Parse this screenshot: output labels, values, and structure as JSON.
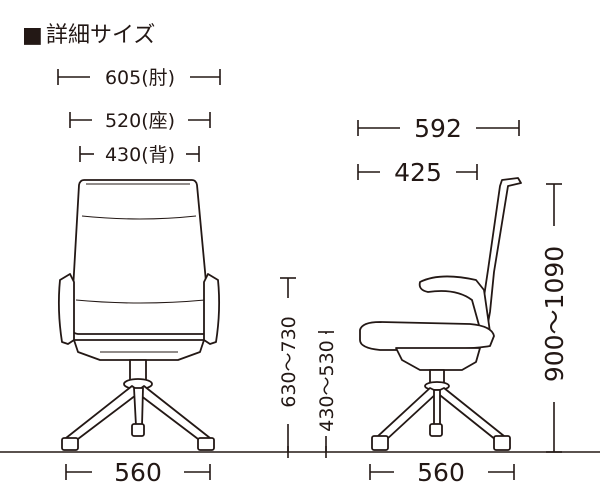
{
  "heading": {
    "bullet": "■",
    "title": "詳細サイズ"
  },
  "front_view": {
    "width_armrest": "605(肘)",
    "width_seat": "520(座)",
    "width_back": "430(背)",
    "base_width": "560",
    "armrest_height": "630～730",
    "seat_height": "430～530"
  },
  "side_view": {
    "depth_overall": "592",
    "depth_seat": "425",
    "total_height": "900～1090",
    "base_width": "560"
  },
  "colors": {
    "line": "#231815",
    "background": "#ffffff"
  }
}
